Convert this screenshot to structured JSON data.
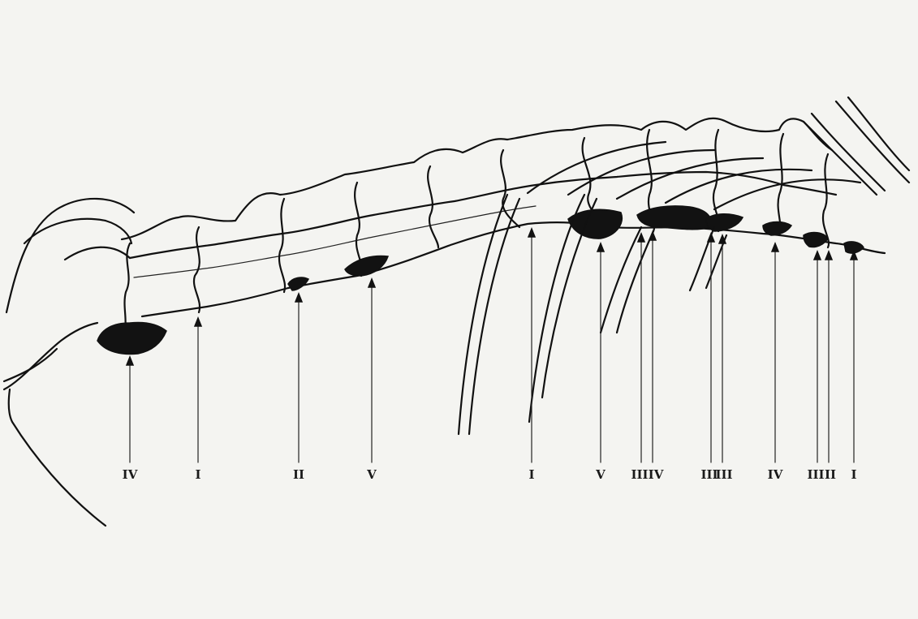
{
  "figure": {
    "labels": [
      "IV",
      "I",
      "II",
      "V",
      "I",
      "V",
      "III",
      "IV",
      "III",
      "III",
      "IV",
      "III",
      "II",
      "I"
    ]
  }
}
